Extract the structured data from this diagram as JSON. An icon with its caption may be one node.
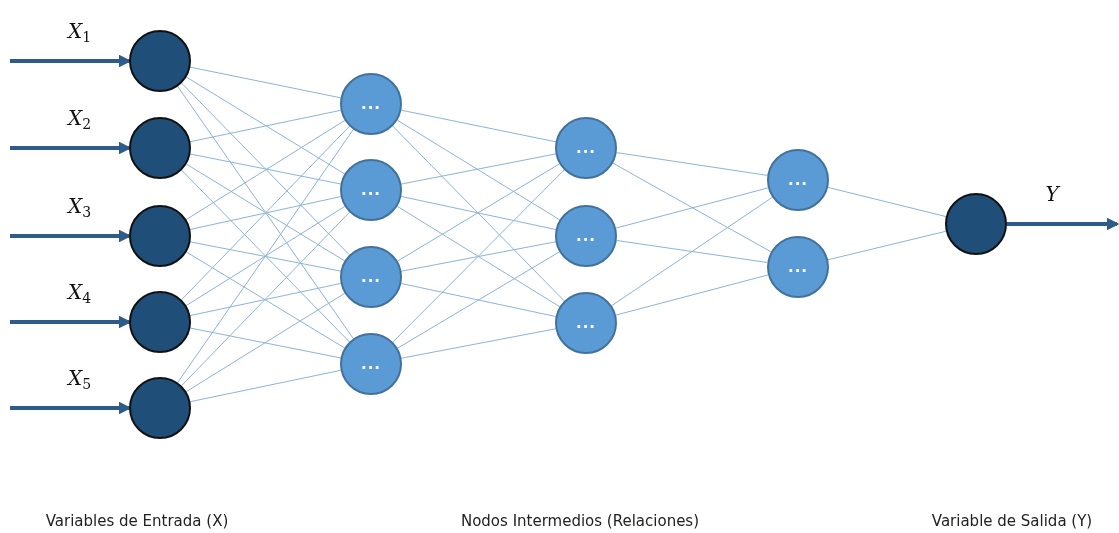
{
  "diagram": {
    "nodes": [
      {
        "text": [],
        "shape": "circle"
      },
      {
        "text": [],
        "shape": "circle"
      },
      {
        "text": [],
        "shape": "circle"
      },
      {
        "text": [],
        "shape": "circle"
      },
      {
        "text": [],
        "shape": "circle"
      },
      {
        "text": [
          "..."
        ]
      },
      {
        "text": [
          "..."
        ]
      },
      {
        "text": [
          "..."
        ]
      },
      {
        "text": [
          "..."
        ]
      },
      {
        "text": [
          "..."
        ]
      },
      {
        "text": [
          "..."
        ]
      },
      {
        "text": [
          "..."
        ]
      },
      {
        "text": [
          "..."
        ]
      },
      {
        "text": [
          "..."
        ]
      },
      {
        "text": [],
        "shape": "circle"
      }
    ],
    "edges": [
      {
        "from": null,
        "to": 0,
        "arrow": "to",
        "label": "X$_{1}$",
        "style": "thick",
        "color": "#2e5c8a"
      },
      {
        "from": null,
        "to": 1,
        "arrow": "to",
        "label": "X$_{2}$",
        "style": "thick",
        "color": "#2e5c8a"
      },
      {
        "from": null,
        "to": 2,
        "arrow": "to",
        "label": "X$_{3}$",
        "style": "thick",
        "color": "#2e5c8a"
      },
      {
        "from": null,
        "to": 3,
        "arrow": "to",
        "label": "X$_{4}$",
        "style": "thick",
        "color": "#2e5c8a"
      },
      {
        "from": null,
        "to": 4,
        "arrow": "to",
        "label": "X$_{5}$",
        "style": "thick",
        "color": "#2e5c8a"
      },
      {
        "from": 0,
        "to": 5,
        "arrow": "none"
      },
      {
        "from": 0,
        "to": 6,
        "arrow": "none"
      },
      {
        "from": 0,
        "to": 7,
        "arrow": "none"
      },
      {
        "from": 0,
        "to": 8,
        "arrow": "none"
      },
      {
        "from": 1,
        "to": 5,
        "arrow": "none"
      },
      {
        "from": 1,
        "to": 6,
        "arrow": "none"
      },
      {
        "from": 1,
        "to": 7,
        "arrow": "none"
      },
      {
        "from": 1,
        "to": 8,
        "arrow": "none"
      },
      {
        "from": 2,
        "to": 5,
        "arrow": "none"
      },
      {
        "from": 2,
        "to": 6,
        "arrow": "none"
      },
      {
        "from": 2,
        "to": 7,
        "arrow": "none"
      },
      {
        "from": 2,
        "to": 8,
        "arrow": "none"
      },
      {
        "from": 3,
        "to": 5,
        "arrow": "none"
      },
      {
        "from": 3,
        "to": 6,
        "arrow": "none"
      },
      {
        "from": 3,
        "to": 7,
        "arrow": "none"
      },
      {
        "from": 3,
        "to": 8,
        "arrow": "none"
      },
      {
        "from": 4,
        "to": 5,
        "arrow": "none"
      },
      {
        "from": 4,
        "to": 6,
        "arrow": "none"
      },
      {
        "from": 4,
        "to": 7,
        "arrow": "none"
      },
      {
        "from": 4,
        "to": 8,
        "arrow": "none"
      },
      {
        "from": 5,
        "to": 9,
        "arrow": "none"
      },
      {
        "from": 5,
        "to": 10,
        "arrow": "none"
      },
      {
        "from": 5,
        "to": 11,
        "arrow": "none"
      },
      {
        "from": 6,
        "to": 9,
        "arrow": "none"
      },
      {
        "from": 6,
        "to": 10,
        "arrow": "none"
      },
      {
        "from": 6,
        "to": 11,
        "arrow": "none"
      },
      {
        "from": 7,
        "to": 9,
        "arrow": "none"
      },
      {
        "from": 7,
        "to": 10,
        "arrow": "none"
      },
      {
        "from": 7,
        "to": 11,
        "arrow": "none"
      },
      {
        "from": 8,
        "to": 9,
        "arrow": "none"
      },
      {
        "from": 8,
        "to": 10,
        "arrow": "none"
      },
      {
        "from": 8,
        "to": 11,
        "arrow": "none"
      },
      {
        "from": 9,
        "to": 12,
        "arrow": "none"
      },
      {
        "from": 9,
        "to": 13,
        "arrow": "none"
      },
      {
        "from": 10,
        "to": 12,
        "arrow": "none"
      },
      {
        "from": 10,
        "to": 13,
        "arrow": "none"
      },
      {
        "from": 11,
        "to": 12,
        "arrow": "none"
      },
      {
        "from": 11,
        "to": 13,
        "arrow": "none"
      },
      {
        "from": 12,
        "to": 14,
        "arrow": "none"
      },
      {
        "from": 13,
        "to": 14,
        "arrow": "none"
      },
      {
        "from": 14,
        "to": null,
        "arrow": "to",
        "label": "Y",
        "style": "thick",
        "color": "#2e5c8a"
      }
    ],
    "labels": [
      "Variables de Entrada (X)",
      "Nodos Intermedios (Relaciones)",
      "Variable de Salida (Y)"
    ]
  }
}
